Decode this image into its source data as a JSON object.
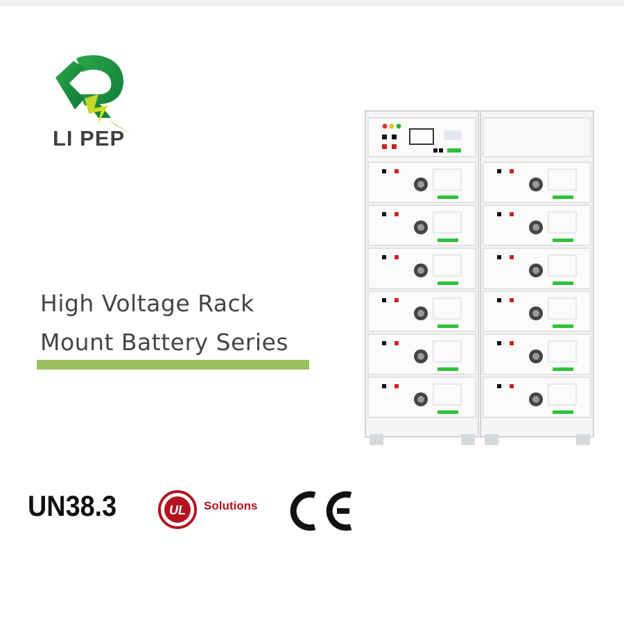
{
  "brand": {
    "name": "LI PEP",
    "primary_color": "#1b9e3e",
    "accent_color": "#c9d81e"
  },
  "title": {
    "line1": "High Voltage Rack",
    "line2": "Mount Battery Series",
    "underline_color": "#9abf5f"
  },
  "product": {
    "image": "battery-rack-icon"
  },
  "certifications": {
    "un": "UN38.3",
    "ul": "Solutions",
    "ul_color": "#b3141f",
    "ce": "CE"
  }
}
